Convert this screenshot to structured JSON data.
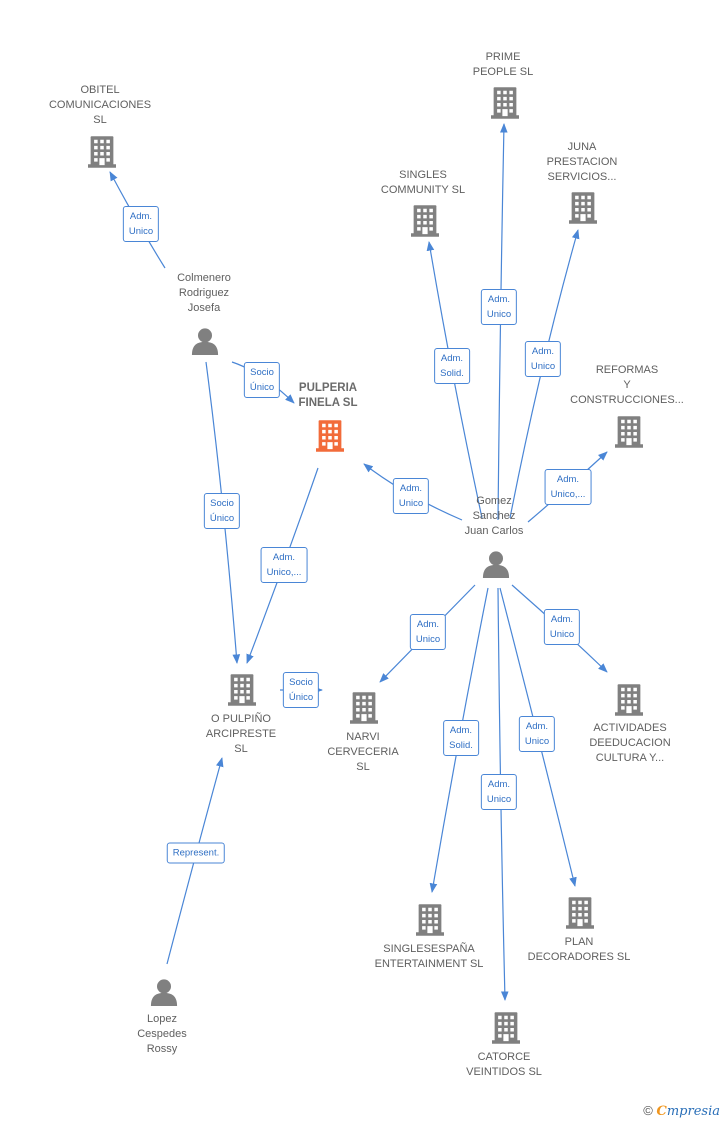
{
  "colors": {
    "edge": "#4a86d6",
    "node": "#808080",
    "focus_node": "#f26b3a",
    "label": "#5f5f5f"
  },
  "nodes": [
    {
      "id": "obitel",
      "type": "company",
      "icon": "building-icon",
      "label": "OBITEL\nCOMUNICACIONES\nSL"
    },
    {
      "id": "prime",
      "type": "company",
      "icon": "building-icon",
      "label": "PRIME\nPEOPLE SL"
    },
    {
      "id": "singles",
      "type": "company",
      "icon": "building-icon",
      "label": "SINGLES\nCOMMUNITY SL"
    },
    {
      "id": "juna",
      "type": "company",
      "icon": "building-icon",
      "label": "JUNA\nPRESTACION\nSERVICIOS..."
    },
    {
      "id": "reformas",
      "type": "company",
      "icon": "building-icon",
      "label": "REFORMAS\nY\nCONSTRUCCIONES..."
    },
    {
      "id": "pulperia",
      "type": "company",
      "icon": "building-icon",
      "focus": true,
      "label": "PULPERIA\nFINELA SL"
    },
    {
      "id": "colmenero",
      "type": "person",
      "icon": "person-icon",
      "label": "Colmenero\nRodriguez\nJosefa"
    },
    {
      "id": "gomez",
      "type": "person",
      "icon": "person-icon",
      "label": "Gomez\nSanchez\nJuan Carlos"
    },
    {
      "id": "pulpino",
      "type": "company",
      "icon": "building-icon",
      "label": "O PULPIÑO\nARCIPRESTE\nSL"
    },
    {
      "id": "narvi",
      "type": "company",
      "icon": "building-icon",
      "label": "NARVI\nCERVECERIA\nSL"
    },
    {
      "id": "actividades",
      "type": "company",
      "icon": "building-icon",
      "label": "ACTIVIDADES\nDEEDUCACION\nCULTURA Y..."
    },
    {
      "id": "singlesespana",
      "type": "company",
      "icon": "building-icon",
      "label": "SINGLESESPAÑA\nENTERTAINMENT SL"
    },
    {
      "id": "plan",
      "type": "company",
      "icon": "building-icon",
      "label": "PLAN\nDECORADORES SL"
    },
    {
      "id": "catorce",
      "type": "company",
      "icon": "building-icon",
      "label": "CATORCE\nVEINTIDOS SL"
    },
    {
      "id": "lopez",
      "type": "person",
      "icon": "person-icon",
      "label": "Lopez\nCespedes\nRossy"
    }
  ],
  "edges": [
    {
      "from": "colmenero",
      "to": "obitel",
      "label": "Adm.\nUnico"
    },
    {
      "from": "colmenero",
      "to": "pulperia",
      "label": "Socio\nÚnico"
    },
    {
      "from": "colmenero",
      "to": "pulpino",
      "label": "Socio\nÚnico"
    },
    {
      "from": "pulperia",
      "to": "pulpino",
      "label": "Adm.\nUnico,..."
    },
    {
      "from": "pulpino",
      "to": "narvi",
      "label": "Socio\nÚnico"
    },
    {
      "from": "lopez",
      "to": "pulpino",
      "label": "Represent."
    },
    {
      "from": "gomez",
      "to": "pulperia",
      "label": "Adm.\nUnico"
    },
    {
      "from": "gomez",
      "to": "singles",
      "label": "Adm.\nSolid."
    },
    {
      "from": "gomez",
      "to": "prime",
      "label": "Adm.\nUnico"
    },
    {
      "from": "gomez",
      "to": "juna",
      "label": "Adm.\nUnico"
    },
    {
      "from": "gomez",
      "to": "reformas",
      "label": "Adm.\nUnico,..."
    },
    {
      "from": "gomez",
      "to": "narvi",
      "label": "Adm.\nUnico"
    },
    {
      "from": "gomez",
      "to": "actividades",
      "label": "Adm.\nUnico"
    },
    {
      "from": "gomez",
      "to": "singlesespana",
      "label": "Adm.\nSolid."
    },
    {
      "from": "gomez",
      "to": "catorce",
      "label": "Adm.\nUnico"
    },
    {
      "from": "gomez",
      "to": "plan",
      "label": "Adm.\nUnico"
    }
  ],
  "footer": {
    "copyright": "©",
    "brand_initial": "C",
    "brand_rest": "mpresia"
  }
}
